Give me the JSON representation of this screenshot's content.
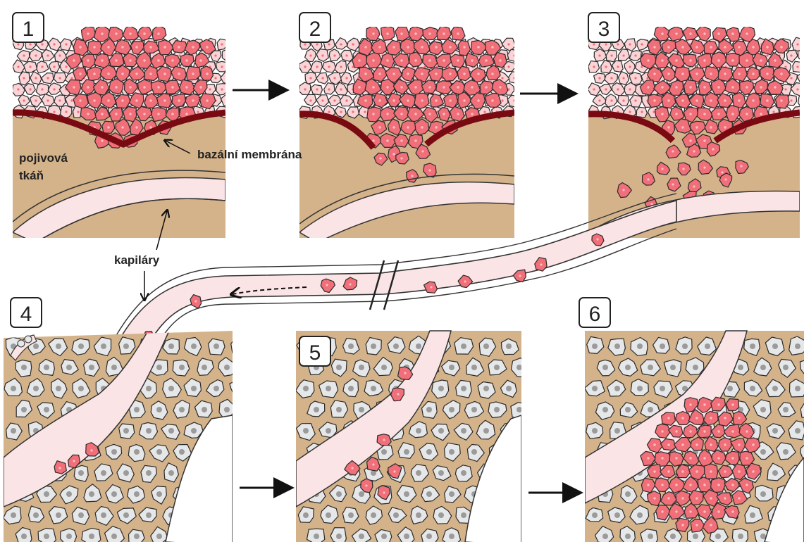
{
  "steps": [
    "1",
    "2",
    "3",
    "4",
    "5",
    "6"
  ],
  "labels": {
    "connective_tissue_line1": "pojivová",
    "connective_tissue_line2": "tkáň",
    "basement_membrane": "bazální membrána",
    "capillaries": "kapiláry"
  },
  "colors": {
    "tumor_cell": "#f06f79",
    "normal_epithelium": "#f9d3d5",
    "tissue": "#d4b38b",
    "membrane": "#7a0a12",
    "vessel_lumen": "#fbe4e5",
    "organ_cell": "#e6e7e9",
    "nucleus": "#9b9b9b"
  }
}
